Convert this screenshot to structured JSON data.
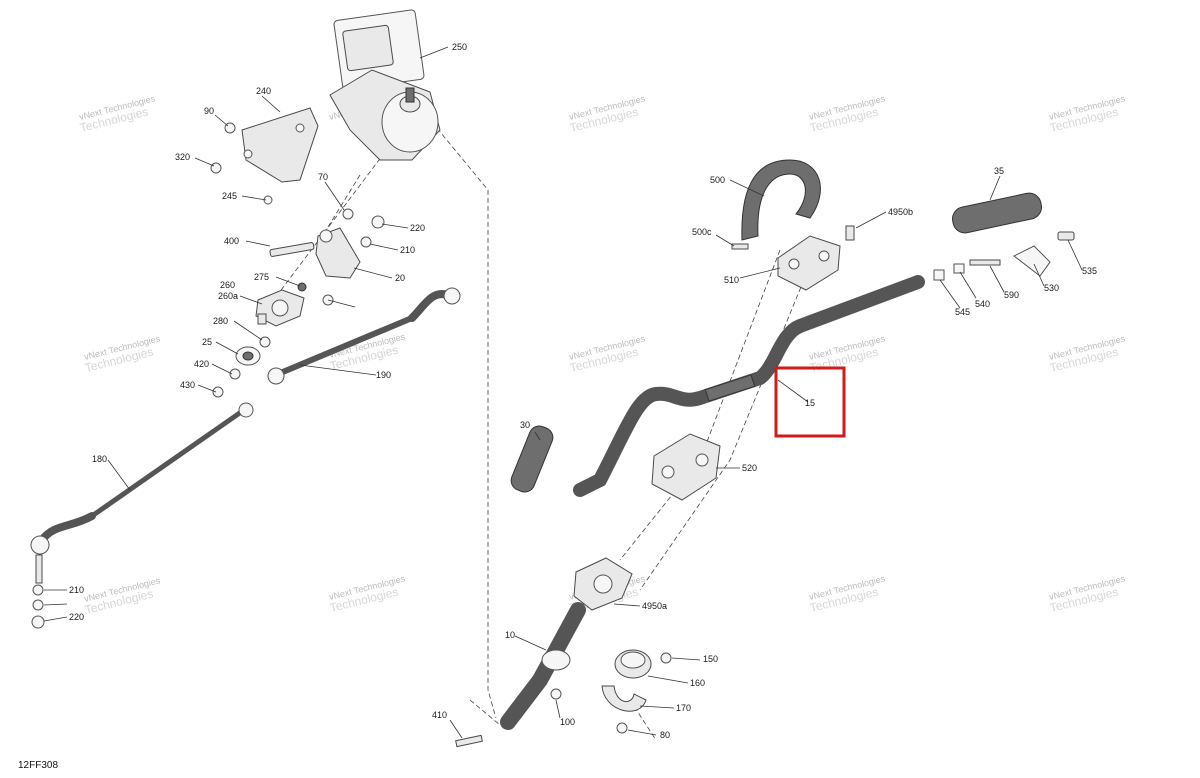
{
  "diagram": {
    "reference_code": "12FF308",
    "watermark": {
      "line1": "vNext",
      "line2": "Technologies",
      "line3": "vNext Technologies"
    },
    "highlighted_callout": "15",
    "callouts": [
      "250",
      "240",
      "90",
      "320",
      "245",
      "70",
      "220",
      "400",
      "210",
      "20",
      "275",
      "260",
      "260a",
      "280",
      "25",
      "420",
      "430",
      "190",
      "180",
      "210",
      "220",
      "500",
      "4950b",
      "35",
      "500c",
      "510",
      "535",
      "545",
      "540",
      "590",
      "530",
      "15",
      "30",
      "520",
      "4950a",
      "10",
      "150",
      "160",
      "410",
      "100",
      "170",
      "80"
    ]
  }
}
